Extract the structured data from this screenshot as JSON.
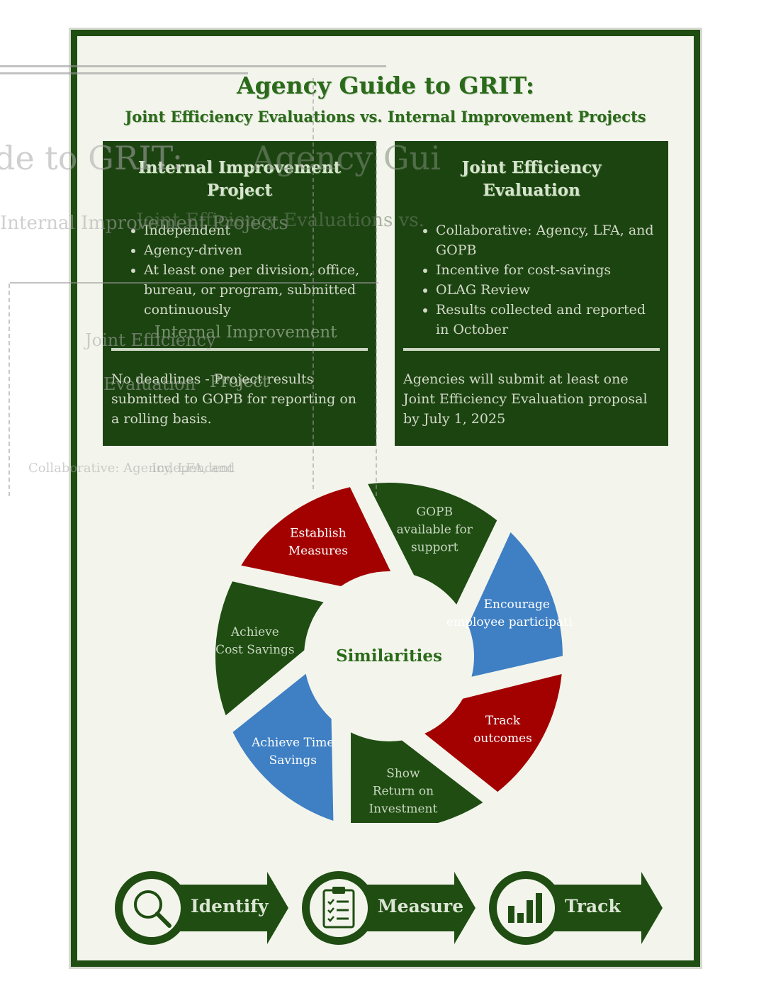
{
  "title": "Agency Guide to GRIT:",
  "subtitle": "Joint Efficiency Evaluations vs. Internal Improvement Projects",
  "internal": {
    "heading_line1": "Internal Improvement",
    "heading_line2": "Project",
    "bullets": [
      "Independent",
      "Agency-driven",
      "At least one per division, office, bureau, or program, submitted continuously"
    ],
    "note": "No deadlines - Project results submitted to GOPB for reporting on a rolling basis."
  },
  "joint": {
    "heading_line1": "Joint Efficiency",
    "heading_line2": "Evaluation",
    "bullets": [
      "Collaborative: Agency, LFA, and GOPB",
      "Incentive for cost-savings",
      "OLAG Review",
      "Results collected and reported in October"
    ],
    "note": "Agencies will submit at least one Joint Efficiency Evaluation proposal by July 1, 2025"
  },
  "cycle": {
    "center": "Similarities",
    "segments": [
      {
        "l1": "GOPB",
        "l2": "available for",
        "l3": "support",
        "color": "#1f4d12"
      },
      {
        "l1": "Encourage",
        "l2": "employee participation",
        "l3": "",
        "color": "#3f7fc4"
      },
      {
        "l1": "Track",
        "l2": "outcomes",
        "l3": "",
        "color": "#a30000"
      },
      {
        "l1": "Show",
        "l2": "Return on",
        "l3": "Investment",
        "color": "#1f4d12"
      },
      {
        "l1": "Achieve Time",
        "l2": "Savings",
        "l3": "",
        "color": "#3f7fc4"
      },
      {
        "l1": "Achieve",
        "l2": "Cost Savings",
        "l3": "",
        "color": "#1f4d12"
      },
      {
        "l1": "Establish",
        "l2": "Measures",
        "l3": "",
        "color": "#a30000"
      }
    ]
  },
  "steps": [
    {
      "label": "Identify",
      "icon": "magnifier-icon"
    },
    {
      "label": "Measure",
      "icon": "clipboard-checklist-icon"
    },
    {
      "label": "Track",
      "icon": "bar-chart-icon"
    }
  ],
  "ghost": {
    "t1": "de to GRIT:",
    "t2": "Internal Improvement Projects",
    "t3": "Agency Gui",
    "t4": "Joint Efficiency Evaluations vs.",
    "t5": "Internal Improvement",
    "t6": "Joint Efficiency",
    "t7": "Evaluation",
    "t8": "Project",
    "t9": "Collaborative: Agency, LFA, and",
    "t10": "Independent"
  },
  "colors": {
    "dark_green": "#1f4d12",
    "red": "#a30000",
    "blue": "#3f7fc4",
    "background": "#f3f5ec"
  }
}
